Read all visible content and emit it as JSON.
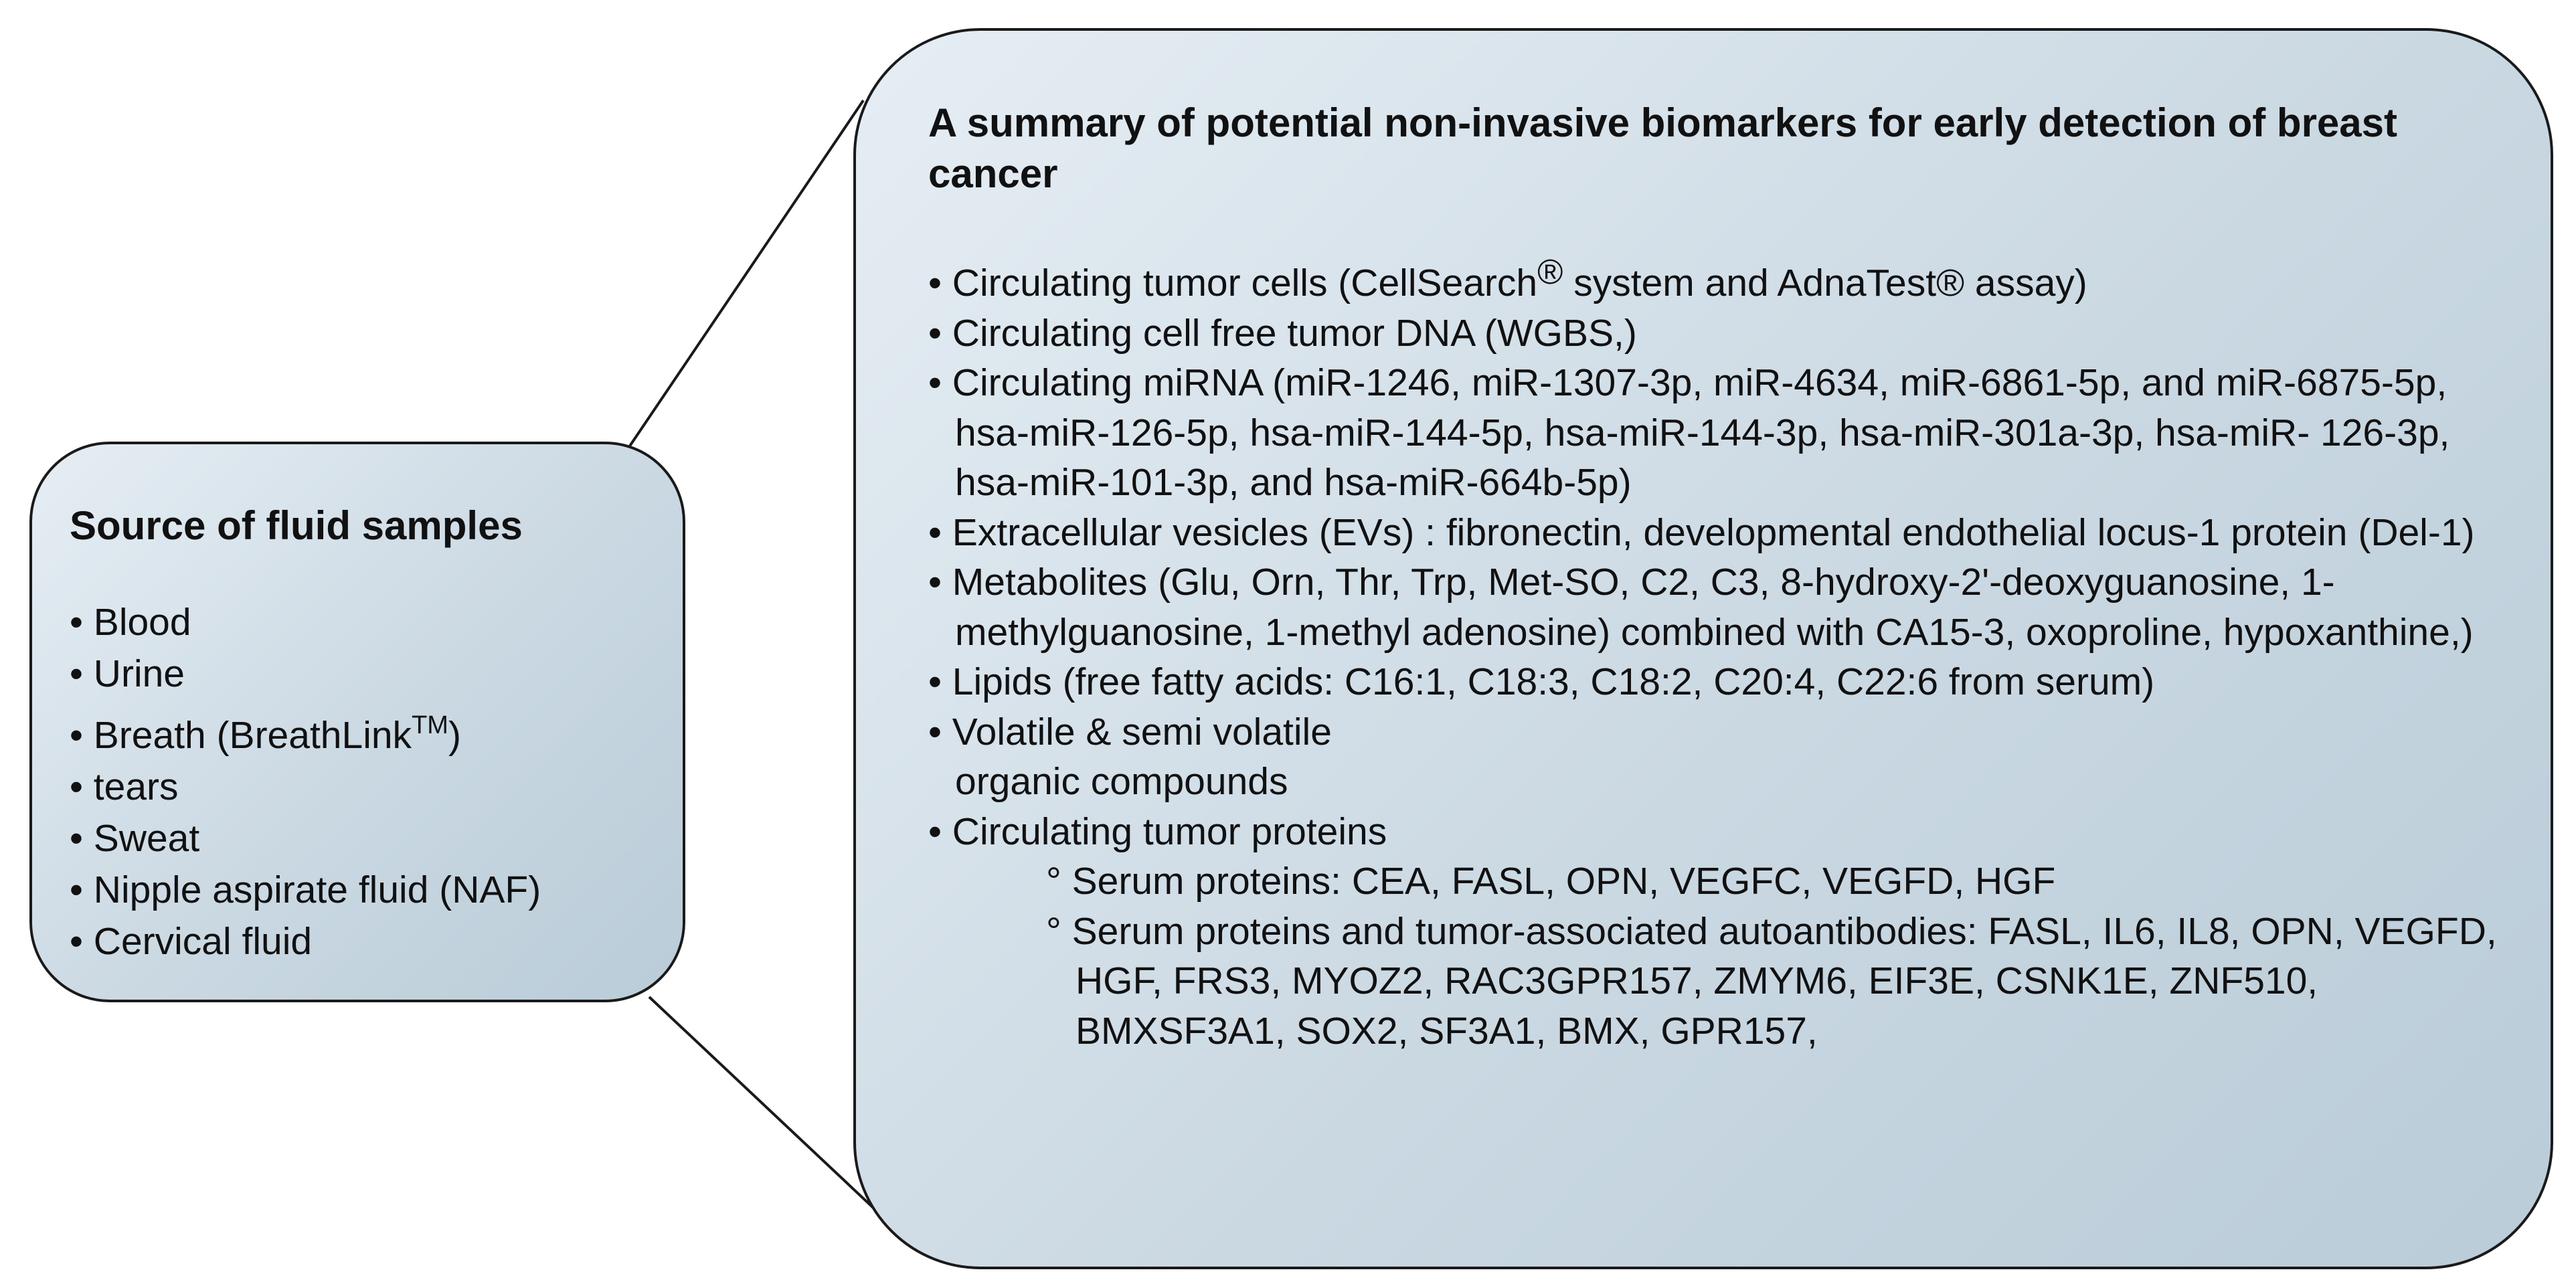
{
  "source_box": {
    "title": "Source of fluid samples",
    "items": [
      {
        "text": "Blood"
      },
      {
        "text": "Urine"
      },
      {
        "text": "Breath (BreathLink",
        "sup": "TM",
        "after": ")"
      },
      {
        "text": "tears"
      },
      {
        "text": "Sweat"
      },
      {
        "text": "Nipple aspirate fluid (NAF)"
      },
      {
        "text": "Cervical fluid"
      }
    ]
  },
  "summary_box": {
    "title": "A summary of potential non-invasive biomarkers for early detection of breast cancer",
    "items": [
      {
        "pre": "Circulating tumor cells (CellSearch",
        "mark": "®",
        "post": " system and AdnaTest® assay)"
      },
      {
        "text": "Circulating cell free tumor DNA (WGBS,)"
      },
      {
        "text": "Circulating miRNA (miR-1246, miR-1307-3p, miR-4634, miR-6861-5p, and miR-6875-5p, hsa-miR-126-5p, hsa-miR-144-5p, hsa-miR-144-3p, hsa-miR-301a-3p, hsa-miR- 126-3p, hsa-miR-101-3p, and hsa-miR-664b-5p)"
      },
      {
        "text": "Extracellular vesicles (EVs)  : fibronectin, developmental endothelial locus-1 protein (Del-1)"
      },
      {
        "text": "Metabolites (Glu, Orn, Thr, Trp, Met-SO, C2, C3, 8-hydroxy-2'-deoxyguanosine, 1-methylguanosine, 1-methyl adenosine) combined with CA15-3, oxoproline, hypoxanthine,)"
      },
      {
        "text": "Lipids (free fatty acids: C16:1, C18:3, C18:2, C20:4, C22:6 from serum)"
      },
      {
        "text_line1": "Volatile & semi volatile",
        "text_line2": "organic compounds"
      },
      {
        "text": "Circulating tumor proteins",
        "sub_items": [
          {
            "text": "Serum proteins: CEA, FASL, OPN, VEGFC, VEGFD, HGF"
          },
          {
            "text": "Serum proteins and tumor-associated autoantibodies: FASL, IL6, IL8, OPN, VEGFD, HGF, FRS3, MYOZ2, RAC3GPR157, ZMYM6, EIF3E, CSNK1E, ZNF510, BMXSF3A1, SOX2, SF3A1, BMX, GPR157,"
          }
        ]
      }
    ]
  },
  "colors": {
    "box_fill_light": "#e6eef4",
    "box_fill_dark": "#b9ccd8",
    "border": "#1a1a1a"
  }
}
